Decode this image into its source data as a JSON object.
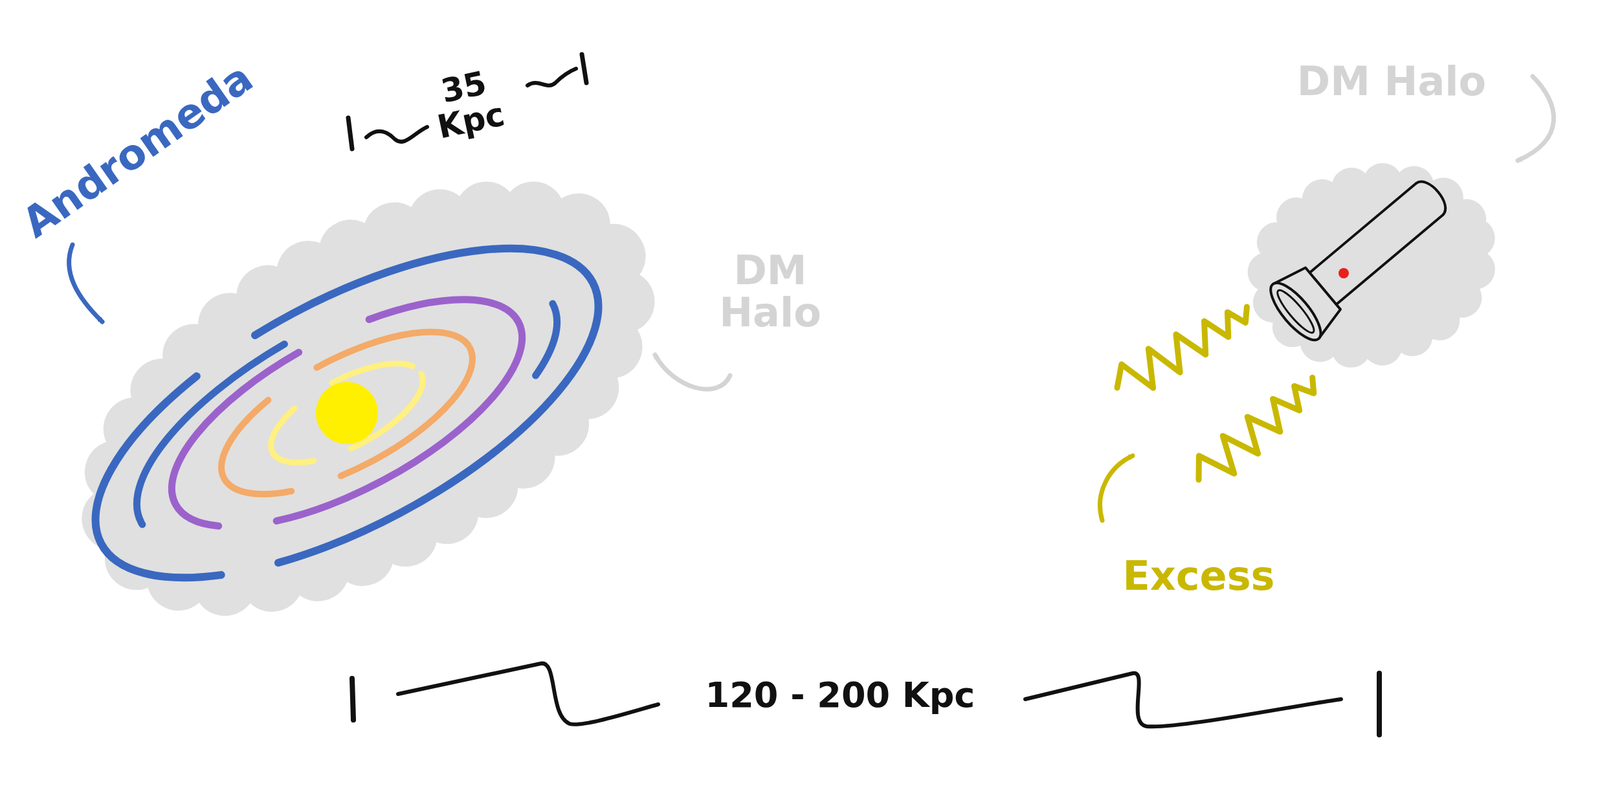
{
  "diagram": {
    "labels": [
      "Andromeda",
      "35 Kpc",
      "DM Halo",
      "DM Halo",
      "Excess",
      "120 - 200 Kpc"
    ]
  }
}
